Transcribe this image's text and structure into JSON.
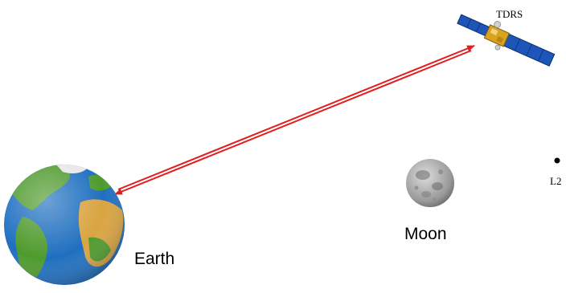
{
  "labels": {
    "satellite": "TDRS",
    "moon": "Moon",
    "earth": "Earth",
    "lagrange_point": "L2"
  },
  "colors": {
    "link": "#e31d1d",
    "ocean": "#1f6fc0",
    "land": "#4f9a2e",
    "desert": "#d9a441",
    "moon": "#a9a9a9",
    "solar_panel": "#1d56b8",
    "satellite_body": "#d9a21f"
  },
  "icons": {
    "earth": "earth-globe-icon",
    "moon": "moon-icon",
    "satellite": "satellite-icon",
    "lagrange_point": "point-marker-icon"
  }
}
